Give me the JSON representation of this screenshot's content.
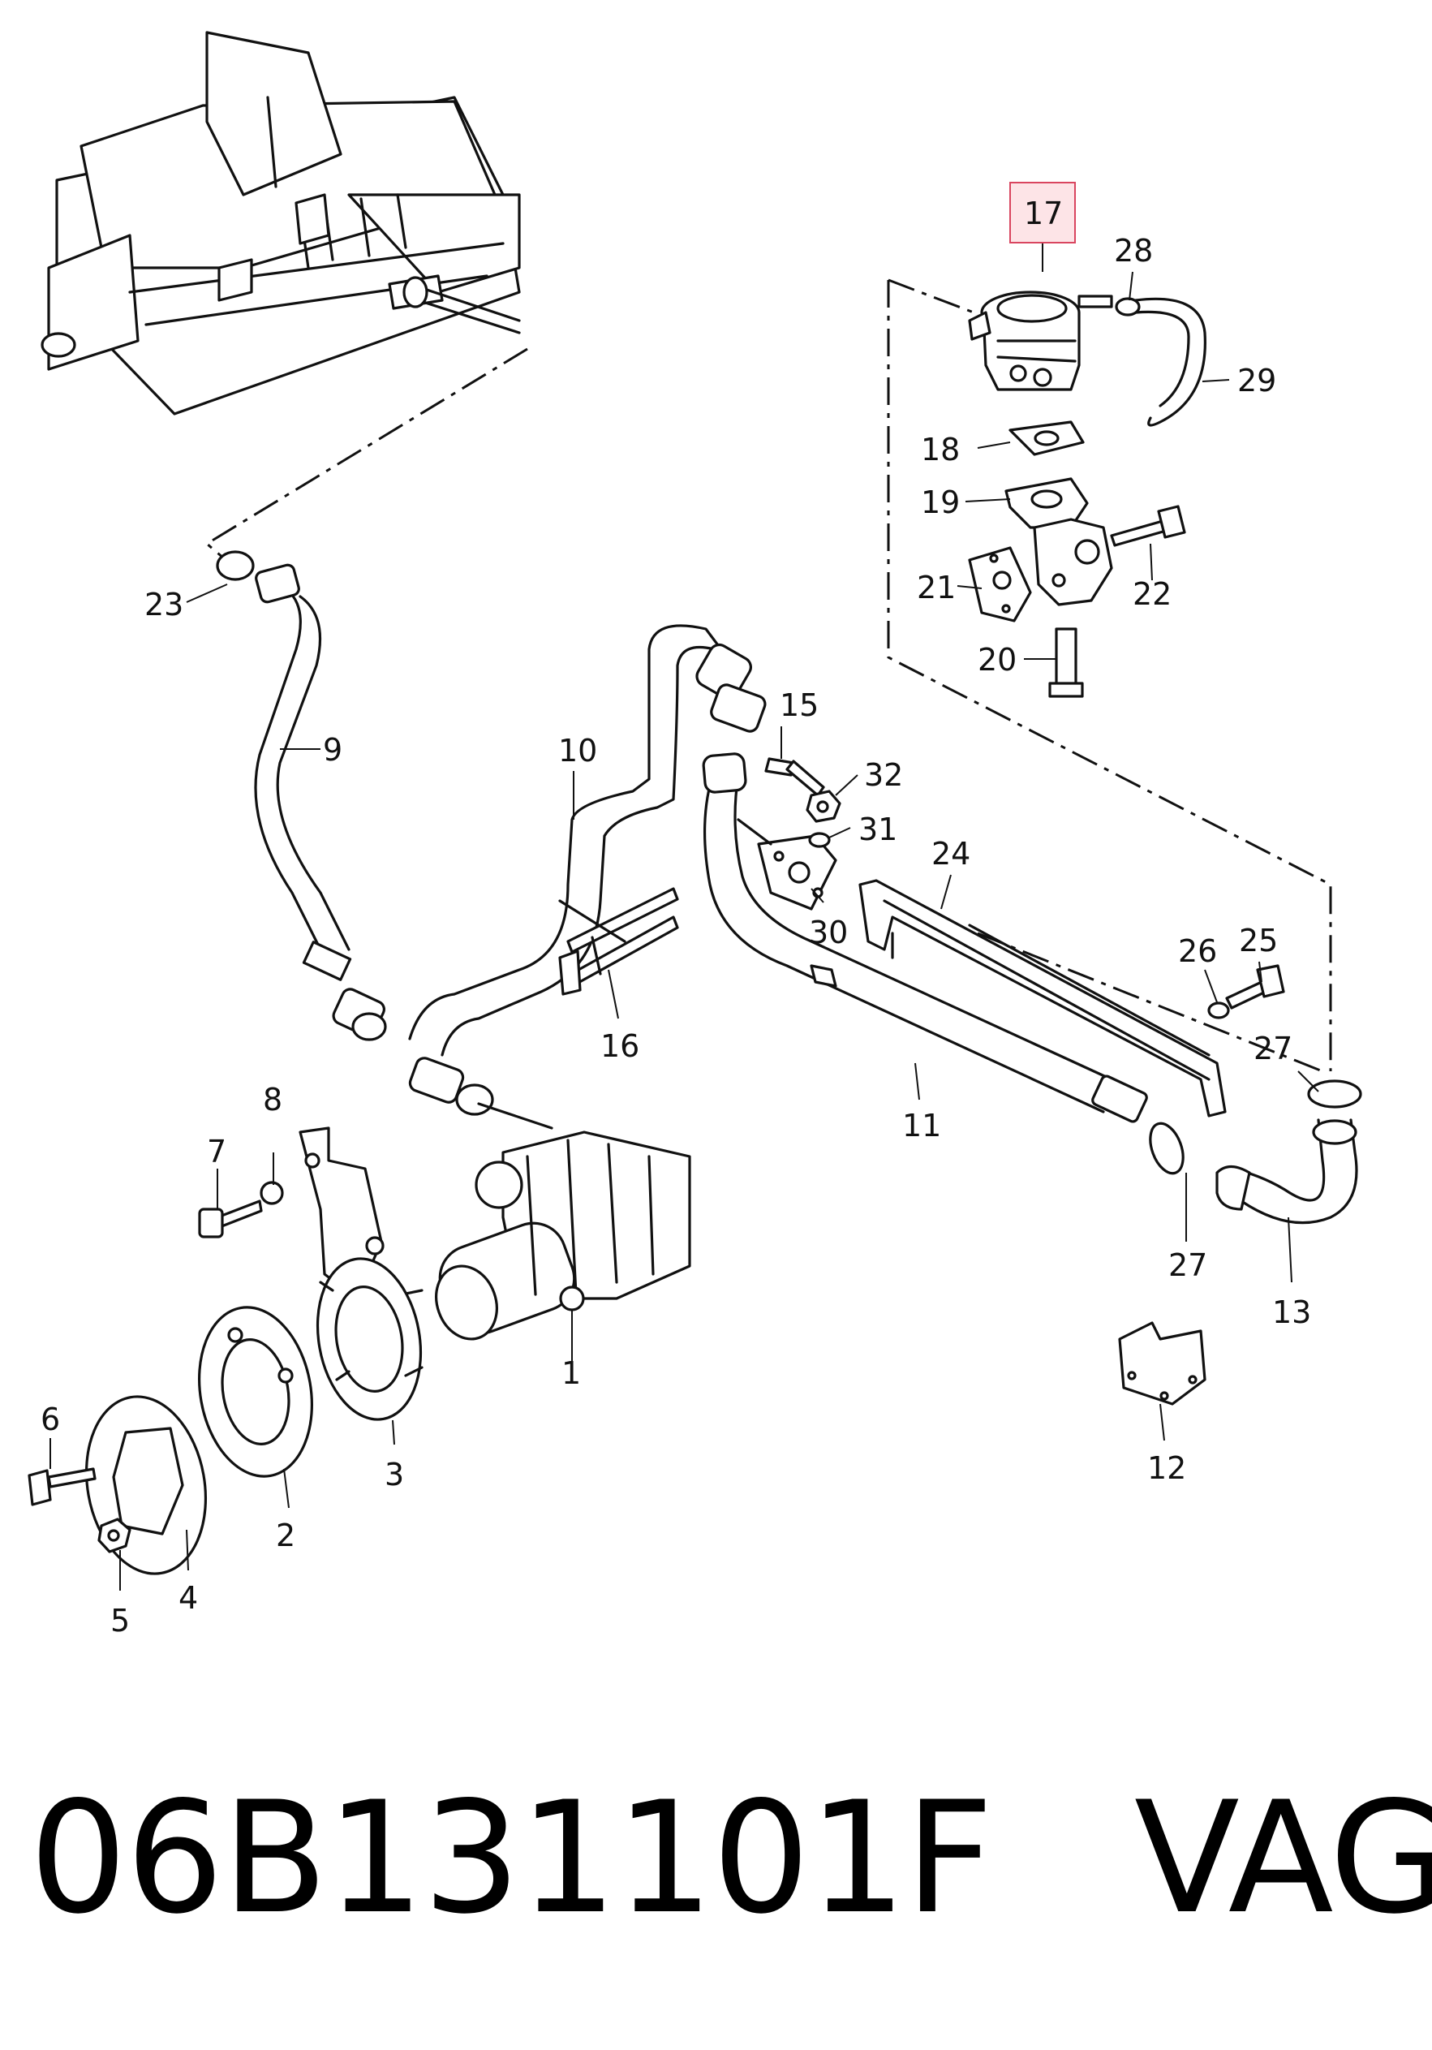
{
  "part_number": "06B131101F",
  "brand": "VAG",
  "highlighted_callout": "17",
  "callouts": [
    "1",
    "2",
    "3",
    "4",
    "5",
    "6",
    "7",
    "8",
    "9",
    "10",
    "11",
    "12",
    "13",
    "15",
    "16",
    "17",
    "18",
    "19",
    "20",
    "21",
    "22",
    "23",
    "24",
    "25",
    "26",
    "27",
    "28",
    "29",
    "30",
    "31",
    "32"
  ],
  "callout_27b": "27"
}
